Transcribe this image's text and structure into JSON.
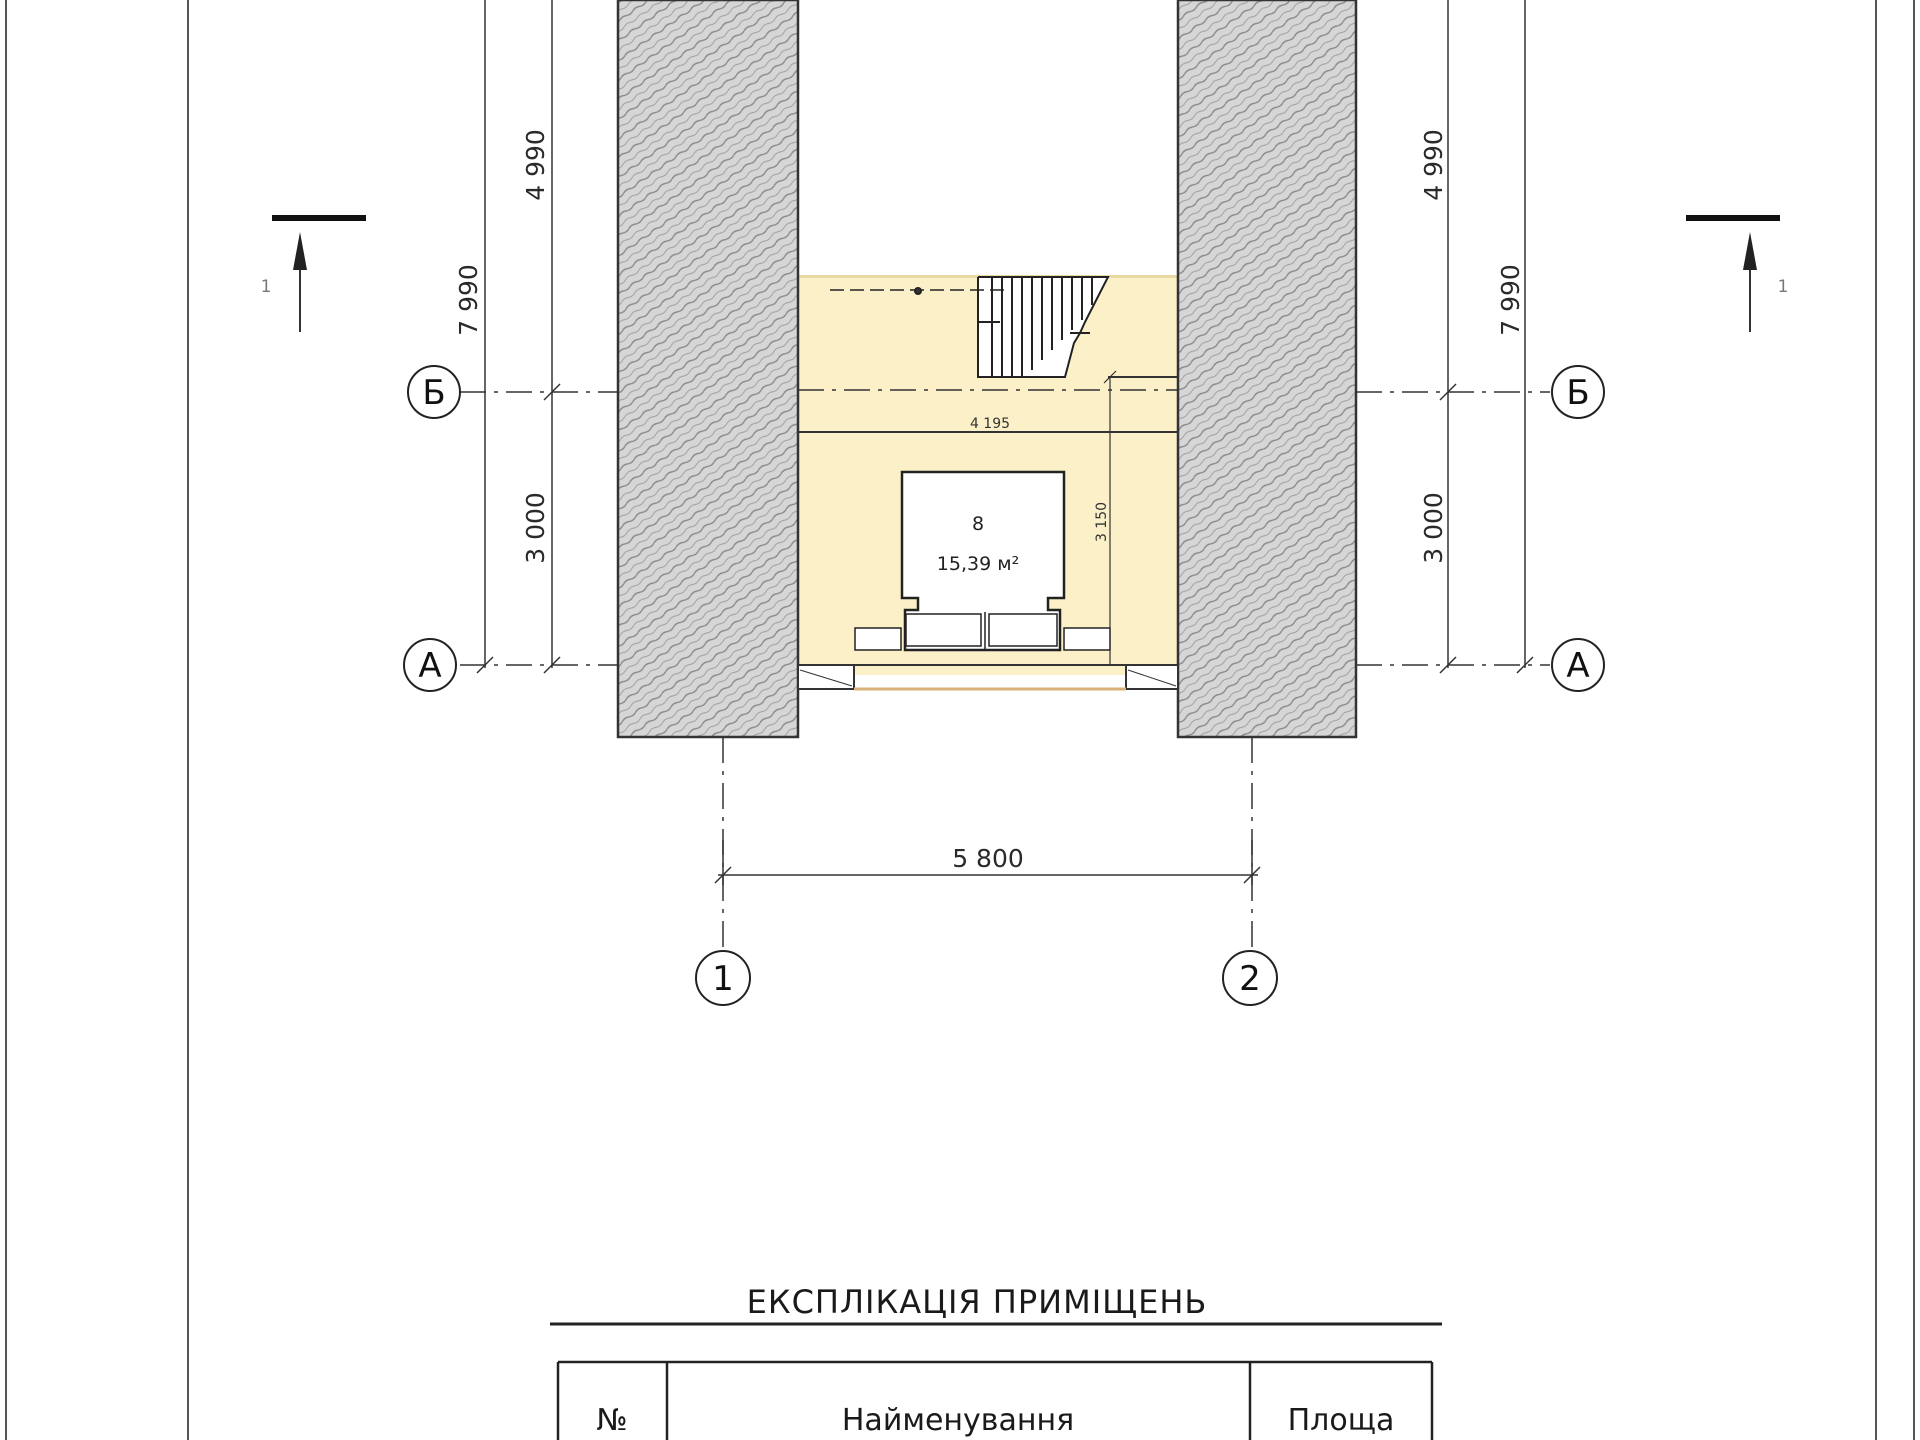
{
  "dimensions": {
    "left_total": "7 990",
    "left_upper": "4 990",
    "left_lower": "3 000",
    "right_total": "7 990",
    "right_upper": "4 990",
    "right_lower": "3 000",
    "bottom_span": "5 800",
    "inner_width": "4 195",
    "inner_depth": "3 150"
  },
  "axes": {
    "row_b": "Б",
    "row_a": "А",
    "col_1": "1",
    "col_2": "2"
  },
  "section_marks": {
    "left": "1",
    "right": "1"
  },
  "room": {
    "number": "8",
    "area": "15,39 м²"
  },
  "explication": {
    "title": "ЕКСПЛІКАЦІЯ ПРИМІЩЕНЬ",
    "headers": [
      "№",
      "Найменування",
      "Площа"
    ]
  },
  "colors": {
    "room_fill": "#fbf0c8",
    "wall_fill": "#d4d4d4",
    "line": "#333333"
  }
}
